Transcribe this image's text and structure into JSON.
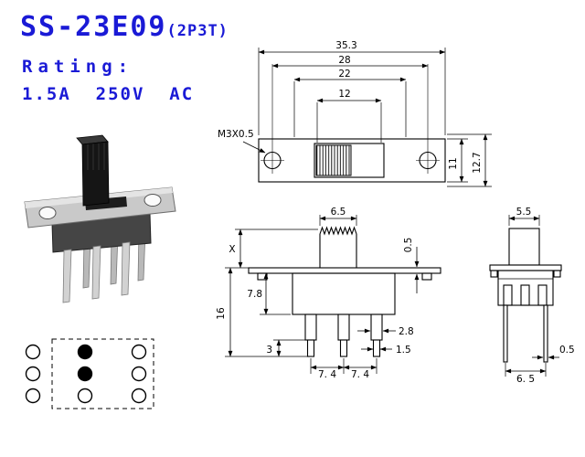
{
  "header": {
    "model": "SS-23E09",
    "variant": "(2P3T)",
    "rating_label": "Rating:",
    "rating_value": "1.5A  250V  AC"
  },
  "colors": {
    "accent_blue": "#1a1ad6",
    "drawing_line": "#000000",
    "background": "#ffffff"
  },
  "top_view": {
    "overall_width": "35.3",
    "hole_spacing": "28",
    "travel_width": "22",
    "slot_width": "12",
    "thread_spec": "M3X0.5",
    "plate_height": "11",
    "overall_height": "12.7"
  },
  "front_view": {
    "knob_width": "6.5",
    "knob_height": "X",
    "body_height": "7.8",
    "total_height": "16",
    "pin_length": "3",
    "pin_pitch_1": "7. 4",
    "pin_pitch_2": "7. 4",
    "pin_width": "2.8",
    "pin_tip_width": "1.5",
    "plate_thickness": "0.5"
  },
  "side_view": {
    "knob_depth": "5.5",
    "pin_thickness": "0.5",
    "row_spacing": "6. 5"
  },
  "schematic": {
    "grid": [
      [
        "open",
        "filled",
        "open"
      ],
      [
        "open",
        "filled",
        "open"
      ],
      [
        "open",
        "open",
        "open"
      ]
    ]
  }
}
